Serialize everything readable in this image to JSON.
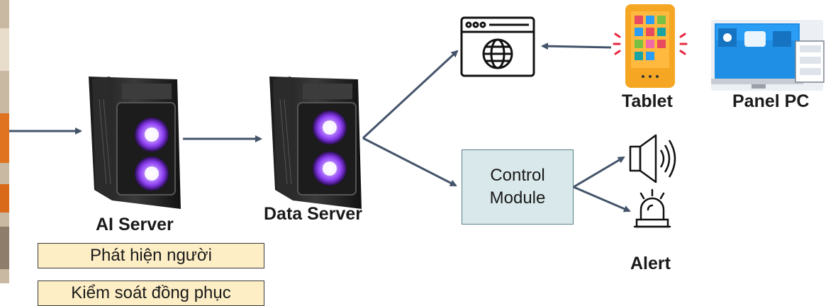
{
  "nodes": {
    "ai_server": "AI Server",
    "data_server": "Data Server",
    "control_module": [
      "Control",
      "Module"
    ],
    "tablet": "Tablet",
    "panel_pc": "Panel PC",
    "alert": "Alert"
  },
  "features": [
    "Phát hiện người",
    "Kiểm soát đồng phục"
  ],
  "colors": {
    "arrow": "#44546a",
    "feature_fill": "#fdeec6",
    "control_fill": "#d9e8ea",
    "fan_glow": "#a45cf5",
    "tablet_body": "#f5a623",
    "monitor_blue": "#1f8fe5"
  }
}
